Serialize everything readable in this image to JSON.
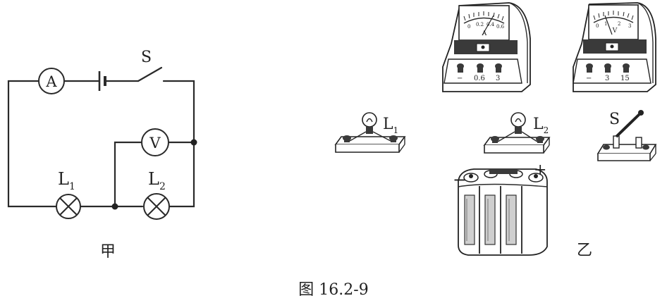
{
  "circuit_jia": {
    "label": "甲",
    "ammeter_symbol": "A",
    "voltmeter_symbol": "V",
    "switch_label": "S",
    "lamp1_label": "L",
    "lamp1_sub": "1",
    "lamp2_label": "L",
    "lamp2_sub": "2"
  },
  "apparatus_yi": {
    "label": "乙",
    "ammeter": {
      "unit": "A",
      "scale": [
        "0",
        "0.2",
        "0.4",
        "0.6"
      ],
      "terminals": [
        "−",
        "0.6",
        "3"
      ]
    },
    "voltmeter": {
      "unit": "V",
      "scale": [
        "0",
        "1",
        "2",
        "3"
      ],
      "terminals": [
        "−",
        "3",
        "15"
      ]
    },
    "lamp1_label": "L",
    "lamp1_sub": "1",
    "lamp2_label": "L",
    "lamp2_sub": "2",
    "switch_label": "S",
    "battery_minus": "−",
    "battery_plus": "+"
  },
  "caption": "图 16.2-9"
}
